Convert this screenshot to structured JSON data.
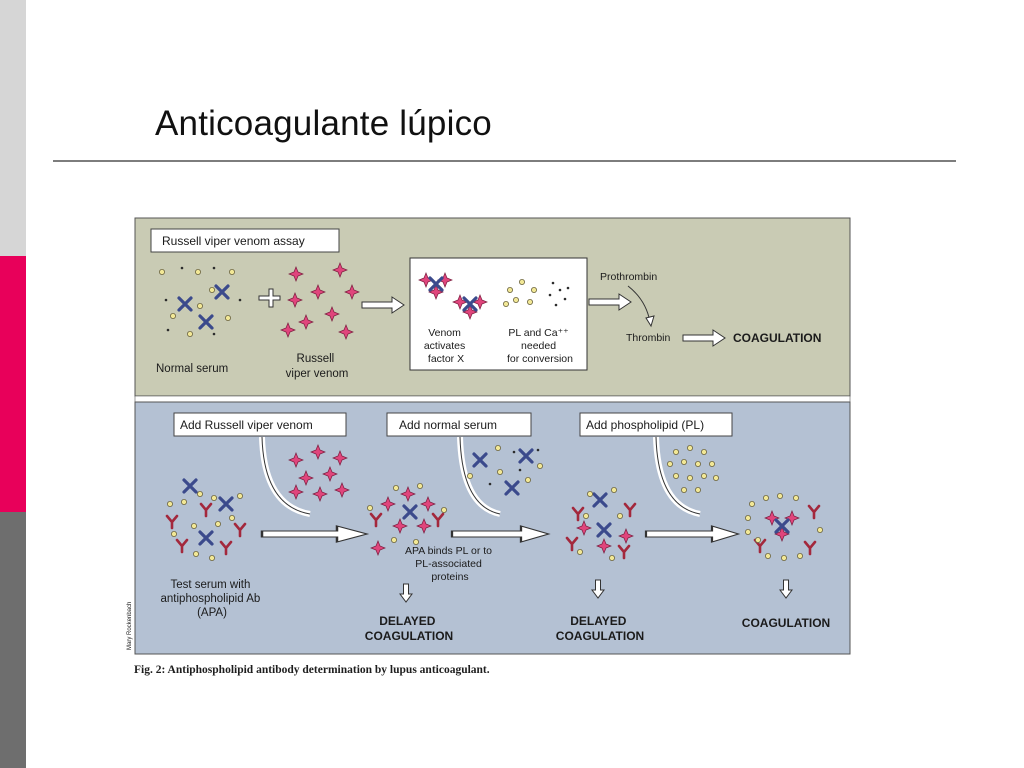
{
  "sidebar": {
    "colors": {
      "top": "#d6d6d6",
      "middle": "#e8005a",
      "bottom": "#6e6e6e"
    }
  },
  "slide": {
    "title": "Anticoagulante lúpico"
  },
  "figure": {
    "top_panel": {
      "label": "Russell viper venom assay",
      "normal_serum": "Normal serum",
      "russell_venom": [
        "Russell",
        "viper venom"
      ],
      "box_venom": [
        "Venom",
        "activates",
        "factor X"
      ],
      "box_pl": [
        "PL and Ca⁺⁺",
        "needed",
        "for conversion"
      ],
      "prothrombin": "Prothrombin",
      "thrombin": "Thrombin",
      "coagulation": "COAGULATION",
      "background": "#c9cbb4"
    },
    "bottom_panel": {
      "step1_label": "Add Russell viper venom",
      "step2_label": "Add normal serum",
      "step3_label": "Add phospholipid (PL)",
      "test_serum": [
        "Test serum with",
        "antiphospholipid Ab",
        "(APA)"
      ],
      "apa_binds": [
        "APA binds PL or to",
        "PL-associated",
        "proteins"
      ],
      "result1": [
        "DELAYED",
        "COAGULATION"
      ],
      "result2": [
        "DELAYED",
        "COAGULATION"
      ],
      "result3": "COAGULATION",
      "background": "#b4c1d3"
    },
    "credit": "Mary Rockenbach",
    "colors": {
      "venom": "#e0457c",
      "factor": "#3b4a8c",
      "antibody": "#a3283c",
      "phospholipid": "#f2e896"
    },
    "caption": "Fig. 2: Antiphospholipid antibody determination by lupus anticoagulant."
  }
}
